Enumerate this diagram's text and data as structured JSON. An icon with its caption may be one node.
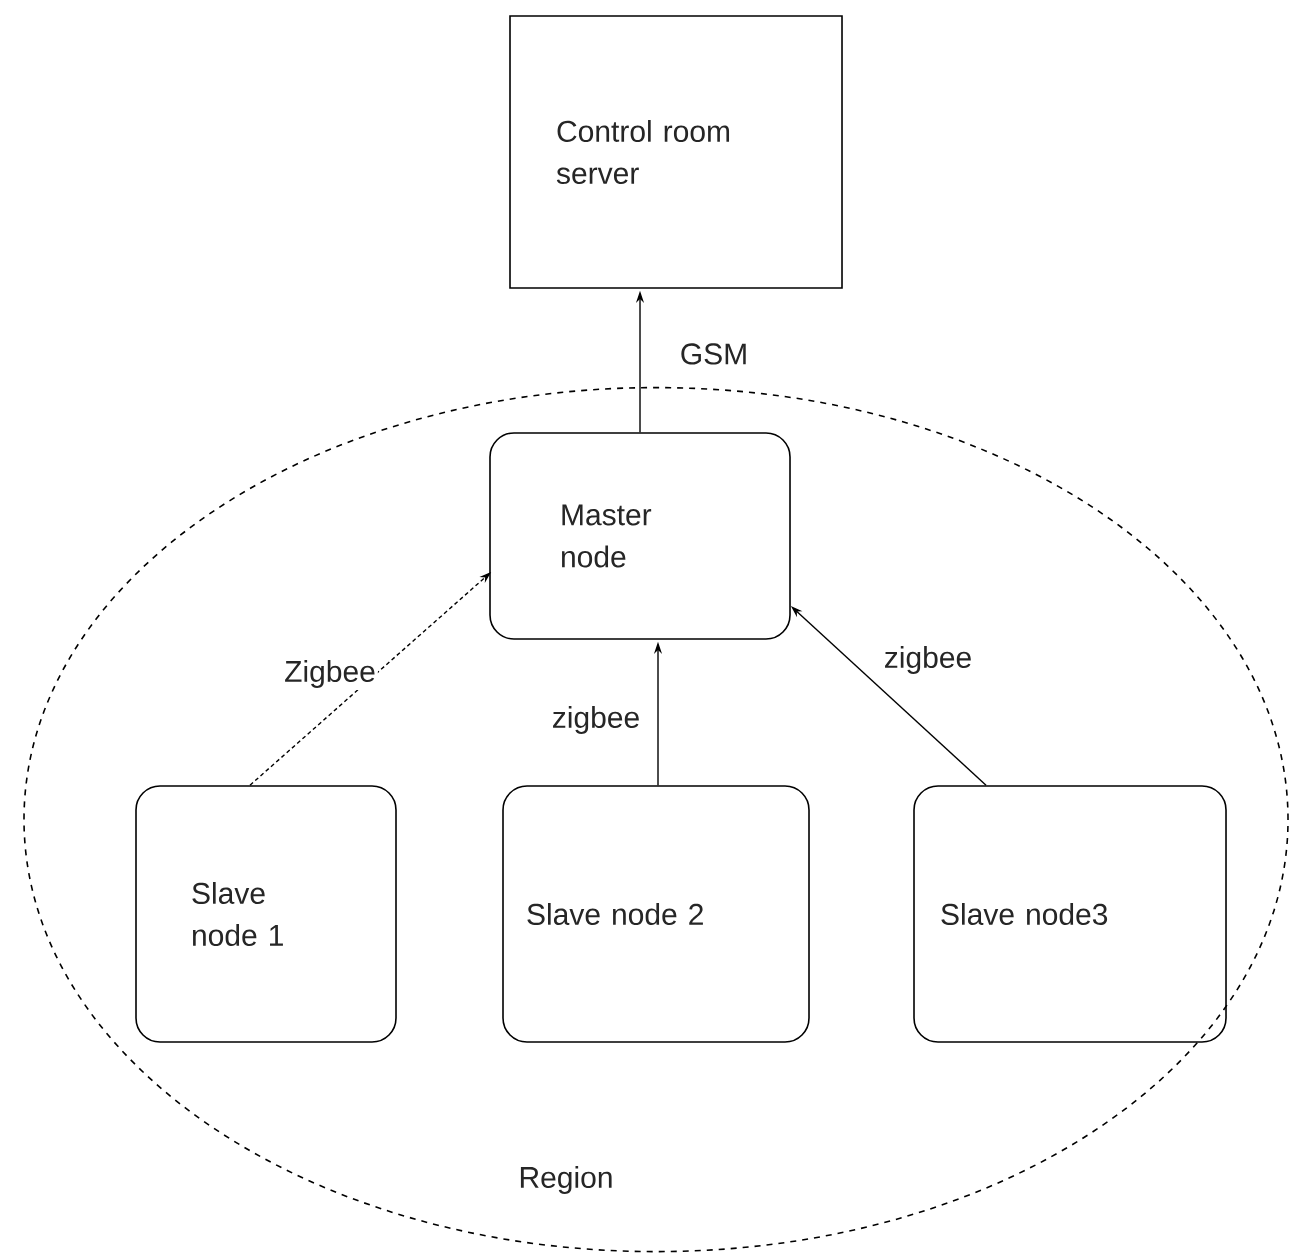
{
  "diagram": {
    "nodes": [
      {
        "text": [
          "Control room server"
        ]
      },
      {
        "text": [
          "Region"
        ]
      },
      {
        "text": [
          "Master node"
        ],
        "in": 1
      },
      {
        "text": [
          "Slave node 1"
        ],
        "in": 1
      },
      {
        "text": [
          "Slave node 2"
        ],
        "in": 1
      },
      {
        "text": [
          "Slave node3"
        ],
        "in": 1
      }
    ],
    "edges": [
      {
        "from": 2,
        "to": 0,
        "arrow": "to",
        "label": "GSM"
      },
      {
        "from": 3,
        "to": 2,
        "arrow": "to",
        "label": "Zigbee",
        "style": "dashed"
      },
      {
        "from": 4,
        "to": 2,
        "arrow": "to",
        "label": "zigbee"
      },
      {
        "from": 5,
        "to": 2,
        "arrow": "to",
        "label": "zigbee"
      }
    ]
  }
}
